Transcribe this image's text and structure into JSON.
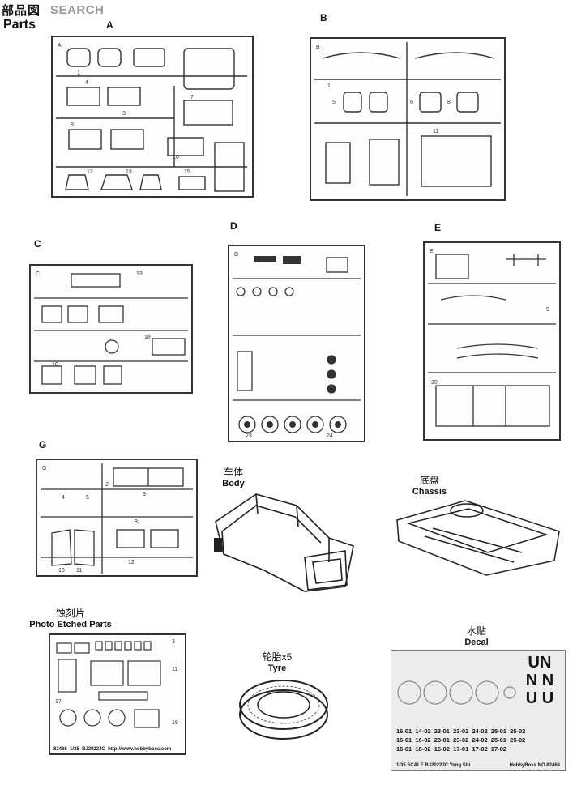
{
  "header": {
    "title_cn": "部品図",
    "title_en": "Parts",
    "watermark": "SEARCH"
  },
  "sprues": [
    {
      "id": "A",
      "letter": "A"
    },
    {
      "id": "B",
      "letter": "B"
    },
    {
      "id": "C",
      "letter": "C"
    },
    {
      "id": "D",
      "letter": "D"
    },
    {
      "id": "E",
      "letter": "E"
    },
    {
      "id": "G",
      "letter": "G"
    }
  ],
  "body": {
    "cn": "车体",
    "en": "Body"
  },
  "chassis": {
    "cn": "底盘",
    "en": "Chassis"
  },
  "photo_etched": {
    "cn": "蚀刻片",
    "en": "Photo Etched Parts",
    "footer_code": "82466",
    "footer_scale": "1/35",
    "footer_name": "BJ2022JC",
    "footer_url": "http://www.hobbyboss.com"
  },
  "tyre": {
    "cn": "轮胎x5",
    "en": "Tyre"
  },
  "decal": {
    "cn": "水贴",
    "en": "Decal",
    "un_rows": [
      "UN",
      "N N",
      "U U"
    ],
    "numbers": [
      [
        "16-01",
        "14-02",
        "23-01",
        "23-02",
        "24-02",
        "25-01",
        "25-02"
      ],
      [
        "16-01",
        "16-02",
        "23-01",
        "23-02",
        "24-02",
        "25-01",
        "25-02"
      ],
      [
        "16-01",
        "18-02",
        "16-02",
        "17-01",
        "17-02",
        "17-02"
      ]
    ],
    "footer_left": "1/35 SCALE BJ2022JC Yong Shi",
    "footer_right": "HobbyBoss NO.82466"
  }
}
